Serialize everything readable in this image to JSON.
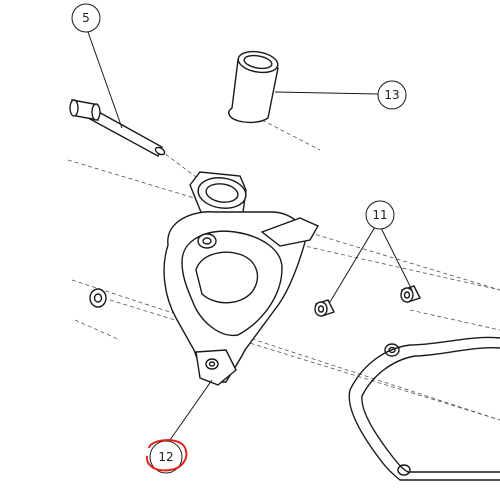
{
  "diagram": {
    "callouts": [
      {
        "id": "c5",
        "label": "5"
      },
      {
        "id": "c13",
        "label": "13"
      },
      {
        "id": "c11",
        "label": "11"
      },
      {
        "id": "c12",
        "label": "12",
        "highlight": true
      }
    ],
    "colors": {
      "line": "#1a1a1a",
      "highlight": "#e0261e",
      "background": "#ffffff"
    },
    "icons": {
      "parts": [
        "bolt",
        "sleeve-tube",
        "pump-cover",
        "dowel-pin",
        "washer",
        "gasket"
      ]
    }
  }
}
